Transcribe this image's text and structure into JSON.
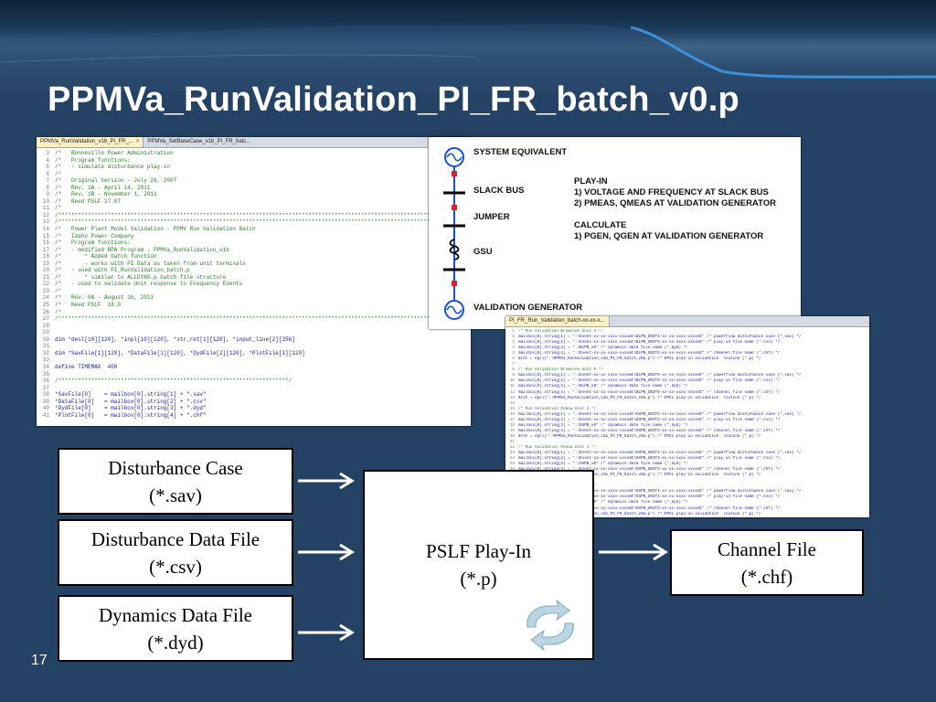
{
  "slide": {
    "title": "PPMVa_RunValidation_PI_FR_batch_v0.p",
    "page_number": "17"
  },
  "editor1": {
    "tabs": [
      {
        "label": "PPMVa_RunValidation_v1b_PI_FR_...",
        "active": true,
        "close": "×"
      },
      {
        "label": "PPMVa_SetBaseCase_v1b_PI_FR_batc...",
        "active": false,
        "close": ""
      }
    ],
    "lines": [
      {
        "n": "3",
        "t": "/*   Bonneville Power Administration",
        "kind": "comment"
      },
      {
        "n": "4",
        "t": "/*   Program functions:",
        "kind": "comment"
      },
      {
        "n": "5",
        "t": "/*   - simulate disturbance play-in",
        "kind": "comment"
      },
      {
        "n": "6",
        "t": "/*",
        "kind": "comment"
      },
      {
        "n": "7",
        "t": "/*   Original Version - July 26, 2007",
        "kind": "comment"
      },
      {
        "n": "8",
        "t": "/*   Rev. 1A - April 14, 2011",
        "kind": "comment"
      },
      {
        "n": "9",
        "t": "/*   Rev. 1B - November 1, 2011",
        "kind": "comment"
      },
      {
        "n": "10",
        "t": "/*   Need PSLF 17.07",
        "kind": "comment"
      },
      {
        "n": "11",
        "t": "/*",
        "kind": "comment"
      },
      {
        "n": "12",
        "t": "/*****************************************************************************************************************************",
        "kind": "comment"
      },
      {
        "n": "13",
        "t": "/*****************************************************************************************************************************",
        "kind": "comment"
      },
      {
        "n": "14",
        "t": "/*   Power Plant Model Validation - PPMV Run Validation Batch",
        "kind": "comment"
      },
      {
        "n": "15",
        "t": "/*   Idaho Power Company",
        "kind": "comment"
      },
      {
        "n": "16",
        "t": "/*   Program functions:",
        "kind": "comment"
      },
      {
        "n": "17",
        "t": "/*   - modified BPA Program - PPMVa_RunValidation_v1b",
        "kind": "comment"
      },
      {
        "n": "18",
        "t": "/*       * Added batch function",
        "kind": "comment"
      },
      {
        "n": "19",
        "t": "/*       - works with PI Data as taken from unit terminals",
        "kind": "comment"
      },
      {
        "n": "20",
        "t": "/*   - used with PI_RunValidation_batch.p",
        "kind": "comment"
      },
      {
        "n": "21",
        "t": "/*       * similar to ALLDYNS.p batch file structure",
        "kind": "comment"
      },
      {
        "n": "22",
        "t": "/*   - used to validate Unit response to Frequency Events",
        "kind": "comment"
      },
      {
        "n": "23",
        "t": "/*",
        "kind": "comment"
      },
      {
        "n": "24",
        "t": "/*   Rev. 0A - August 16, 2013",
        "kind": "comment"
      },
      {
        "n": "25",
        "t": "/*   Need PSLF  18.0",
        "kind": "comment"
      },
      {
        "n": "26",
        "t": "/*",
        "kind": "comment"
      },
      {
        "n": "27",
        "t": "/*****************************************************************************************************************************",
        "kind": "comment"
      },
      {
        "n": "28",
        "t": "",
        "kind": "code"
      },
      {
        "n": "29",
        "t": "",
        "kind": "code"
      },
      {
        "n": "30",
        "t": "dim *desl[10][120], *inpl[10][120], *str_ret[1][120], *input_line[2][256]",
        "kind": "code"
      },
      {
        "n": "31",
        "t": "",
        "kind": "code"
      },
      {
        "n": "32",
        "t": "dim *SavFile[1][120], *DataFile[1][120], *DydFile[2][120], *PlotFile[1][120]",
        "kind": "code"
      },
      {
        "n": "33",
        "t": "",
        "kind": "code"
      },
      {
        "n": "34",
        "t": "define TIMEMAX  400",
        "kind": "code"
      },
      {
        "n": "35",
        "t": "",
        "kind": "code"
      },
      {
        "n": "36",
        "t": "/**********************************************************************/",
        "kind": "comment"
      },
      {
        "n": "37",
        "t": "",
        "kind": "code"
      },
      {
        "n": "38",
        "t": "*SavFile[0]    = mailbox[0].string[1] + \".sav\"",
        "kind": "code"
      },
      {
        "n": "39",
        "t": "*DataFile[0]   = mailbox[0].string[2] + \".csv\"",
        "kind": "code"
      },
      {
        "n": "40",
        "t": "*DydFile[0]    = mailbox[0].string[3] + \".dyd\"",
        "kind": "code"
      },
      {
        "n": "41",
        "t": "*PlotFile[0]   = mailbox[0].string[4] + \".chf\"",
        "kind": "code"
      }
    ]
  },
  "diagram": {
    "labels": {
      "system_equivalent": "SYSTEM EQUIVALENT",
      "slack_bus": "SLACK BUS",
      "jumper": "JUMPER",
      "gsu": "GSU",
      "validation_generator": "VALIDATION GENERATOR",
      "playin_title": "PLAY-IN",
      "playin_1": "1) VOLTAGE AND FREQUENCY AT SLACK BUS",
      "playin_2": "2) PMEAS, QMEAS AT VALIDATION GENERATOR",
      "calc_title": "CALCULATE",
      "calc_1": "1) PGEN, QGEN AT VALIDATION GENERATOR"
    }
  },
  "editor2": {
    "tab": "PI_FR_Run_Validation_batch-xx-xx-x...",
    "lines": [
      {
        "n": "1",
        "t": "/* Run Validation Brownlee Unit 4 */",
        "kind": "comment"
      },
      {
        "n": "2",
        "t": "mailbox[0].string[1] = \".\\Event-xx-xx-xxxx-xxxxmt\\BLPN_UNIT4-xx-xx-xxxx-xxxxmt\" /* powerflow disturbance case (*.sav) */",
        "kind": "code"
      },
      {
        "n": "3",
        "t": "mailbox[0].string[2] = \".\\Event-xx-xx-xxxx-xxxxmt\\BLPN_UNIT4-xx-xx-xxxx-xxxxmt\" /* play-in file name (*.csv) */",
        "kind": "code"
      },
      {
        "n": "4",
        "t": "mailbox[0].string[3] = \".\\BLPN_v0\" /* dynamics data file name (*.dyd) */",
        "kind": "code"
      },
      {
        "n": "5",
        "t": "mailbox[0].string[4] = \".\\Event-xx-xx-xxxx-xxxxmt\\BLPN_UNIT4-xx-xx-xxxx-xxxxmt\" /* channel file name (*.chf) */",
        "kind": "code"
      },
      {
        "n": "6",
        "t": "$ret = epcl(\".\\PPMVa_RunValidation_v1b_PI_FR_batch_v0a.p\") /* EPCL play-in validation  routine (*.p) */",
        "kind": "code"
      },
      {
        "n": "7",
        "t": "",
        "kind": "code"
      },
      {
        "n": "8",
        "t": "/* Run Validation Brownlee Unit 5 */",
        "kind": "comment"
      },
      {
        "n": "9",
        "t": "mailbox[0].string[1] = \".\\Event-xx-xx-xxxx-xxxxmt\\BLPN_UNIT5-xx-xx-xxxx-xxxxmt\" /* powerflow disturbance case (*.sav) */",
        "kind": "code"
      },
      {
        "n": "10",
        "t": "mailbox[0].string[2] = \".\\Event-xx-xx-xxxx-xxxxmt\\BLPN_UNIT5-xx-xx-xxxx-xxxxmt\" /* play-in file name (*.csv) */",
        "kind": "code"
      },
      {
        "n": "11",
        "t": "mailbox[0].string[3] = \".\\BLPN_v0\" /* dynamics data file name (*.dyd) */",
        "kind": "code"
      },
      {
        "n": "12",
        "t": "mailbox[0].string[4] = \".\\Event-xx-xx-xxxx-xxxxmt\\BLPN_UNIT5-xx-xx-xxxx-xxxxmt\" /* channel file name (*.chf) */",
        "kind": "code"
      },
      {
        "n": "13",
        "t": "$ret = epcl(\".\\PPMVa_RunValidation_v1b_PI_FR_batch_v0a.p\") /* EPCL play-in validation  routine (*.p) */",
        "kind": "code"
      },
      {
        "n": "14",
        "t": "",
        "kind": "code"
      },
      {
        "n": "15",
        "t": "/* Run Validation Oxbow Unit 2 */",
        "kind": "comment"
      },
      {
        "n": "16",
        "t": "mailbox[0].string[1] = \".\\Event-xx-xx-xxxx-xxxxmt\\OXPN_UNIT2-xx-xx-xxxx-xxxxmt\" /* powerflow disturbance case (*.sav) */",
        "kind": "code"
      },
      {
        "n": "17",
        "t": "mailbox[0].string[2] = \".\\Event-xx-xx-xxxx-xxxxmt\\OXPN_UNIT2-xx-xx-xxxx-xxxxmt\" /* play-in file name (*.csv) */",
        "kind": "code"
      },
      {
        "n": "18",
        "t": "mailbox[0].string[3] = \".\\OXPN_v0\" /* dynamics data file name (*.dyd) */",
        "kind": "code"
      },
      {
        "n": "19",
        "t": "mailbox[0].string[4] = \".\\Event-xx-xx-xxxx-xxxxmt\\OXPN_UNIT2-xx-xx-xxxx-xxxxmt\" /* channel file name (*.chf) */",
        "kind": "code"
      },
      {
        "n": "20",
        "t": "$ret = epcl(\".\\PPMVa_RunValidation_v1b_PI_FR_batch_v0a.p\") /* EPCL play-in validation  routine (*.p) */",
        "kind": "code"
      },
      {
        "n": "21",
        "t": "",
        "kind": "code"
      },
      {
        "n": "22",
        "t": "/* Run Validation Oxbow Unit 4 */",
        "kind": "comment"
      },
      {
        "n": "23",
        "t": "mailbox[0].string[1] = \".\\Event-xx-xx-xxxx-xxxxmt\\OXPN_UNIT4-xx-xx-xxxx-xxxxmt\" /* powerflow disturbance case (*.sav) */",
        "kind": "code"
      },
      {
        "n": "24",
        "t": "mailbox[0].string[2] = \".\\Event-xx-xx-xxxx-xxxxmt\\OXPN_UNIT4-xx-xx-xxxx-xxxxmt\" /* play-in file name (*.csv) */",
        "kind": "code"
      },
      {
        "n": "25",
        "t": "mailbox[0].string[3] = \".\\OXPN_v0\" /* dynamics data file name (*.dyd) */",
        "kind": "code"
      },
      {
        "n": "26",
        "t": "mailbox[0].string[4] = \".\\Event-xx-xx-xxxx-xxxxmt\\OXPN_UNIT4-xx-xx-xxxx-xxxxmt\" /* channel file name (*.chf) */",
        "kind": "code"
      },
      {
        "n": "27",
        "t": "$ret = epcl(\".\\PPMVa_RunValidation_v1b_PI_FR_batch_v0a.p\") /* EPCL play-in validation  routine (*.p) */",
        "kind": "code"
      },
      {
        "n": "28",
        "t": "",
        "kind": "code"
      },
      {
        "n": "29",
        "t": "/* Run Validation Oxbow Unit 4 */",
        "kind": "comment"
      },
      {
        "n": "30",
        "t": "mailbox[0].string[1] = \".\\Event-xx-xx-xxxx-xxxxmt\\OXPN_UNIT4-xx-xx-xxxx-xxxxmt\" /* powerflow disturbance case (*.sav) */",
        "kind": "code"
      },
      {
        "n": "31",
        "t": "mailbox[0].string[2] = \".\\Event-xx-xx-xxxx-xxxxmt\\OXPN_UNIT4-xx-xx-xxxx-xxxxmt\" /* play-in file name (*.csv) */",
        "kind": "code"
      },
      {
        "n": "32",
        "t": "mailbox[0].string[3] = \".\\OXPN_v0\" /* dynamics data file name (*.dyd) */",
        "kind": "code"
      },
      {
        "n": "33",
        "t": "mailbox[0].string[4] = \".\\Event-xx-xx-xxxx-xxxxmt\\OXPN_UNIT4-xx-xx-xxxx-xxxxmt\" /* channel file name (*.chf) */",
        "kind": "code"
      },
      {
        "n": "34",
        "t": "$ret = epcl(\".\\PPMVa_RunValidation_v1b_PI_FR_batch_v0a.p\") /* EPCL play-in validation  routine (*.p) */",
        "kind": "code"
      }
    ]
  },
  "flow": {
    "disturbance_case": [
      "Disturbance Case",
      "(*.sav)"
    ],
    "disturbance_data": [
      "Disturbance Data File",
      "(*.csv)"
    ],
    "dynamics_data": [
      "Dynamics Data File",
      "(*.dyd)"
    ],
    "pslf": [
      "PSLF Play-In",
      "(*.p)"
    ],
    "channel_file": [
      "Channel File",
      "(*.chf)"
    ],
    "refresh_icon": "refresh-cycle-icon"
  }
}
